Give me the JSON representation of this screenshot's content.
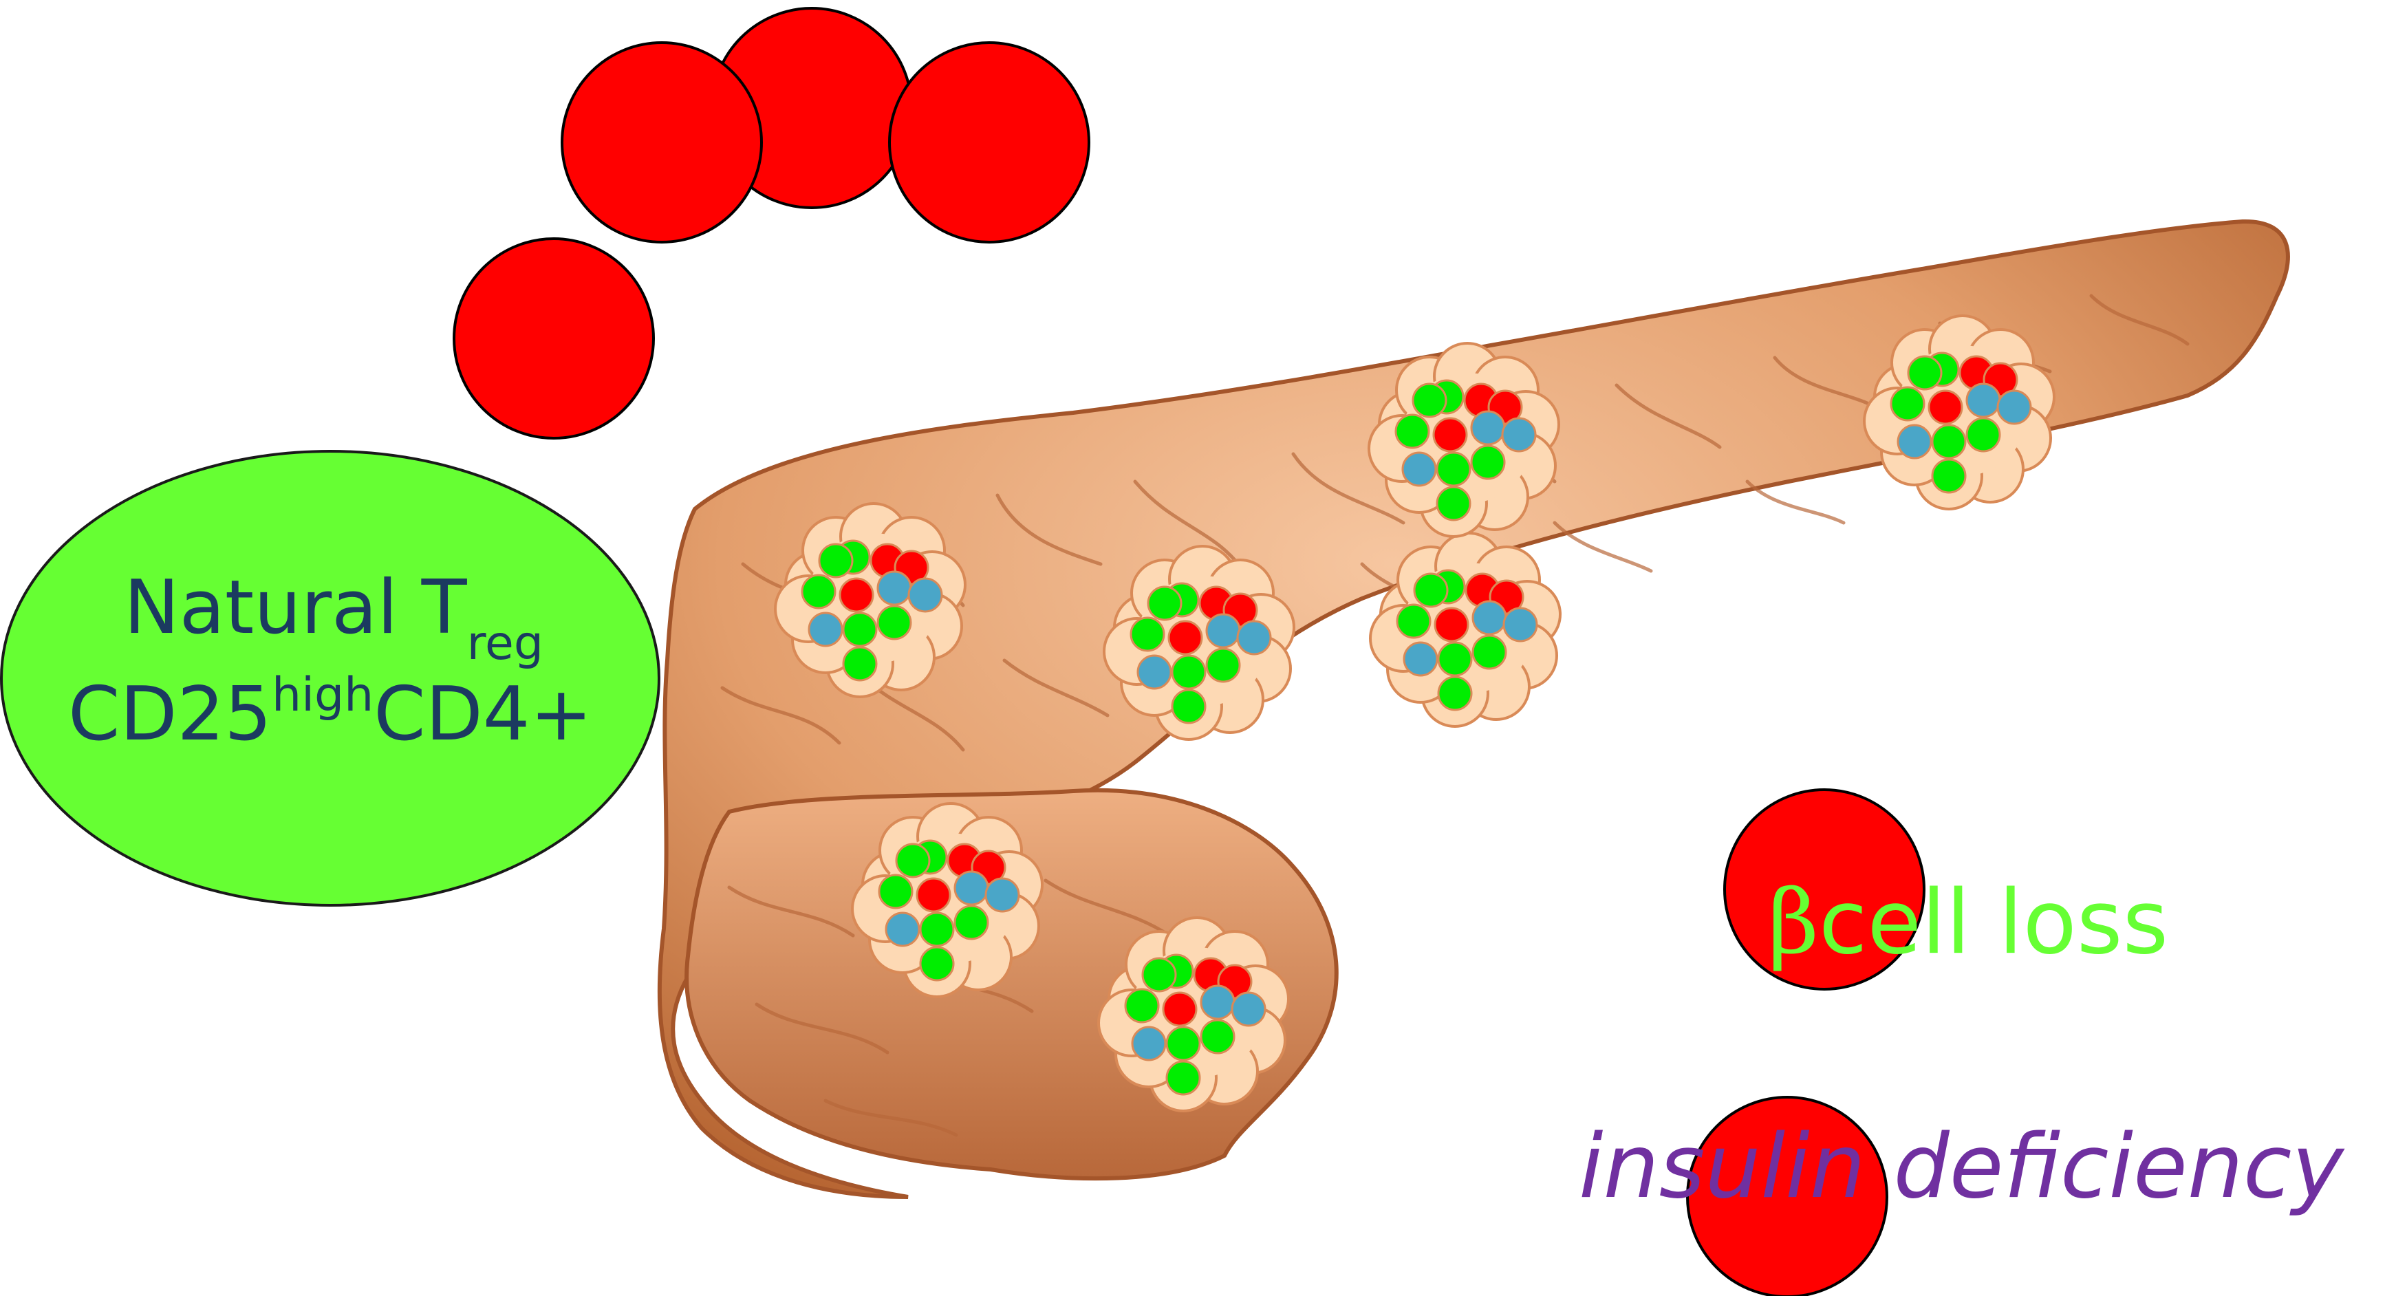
{
  "treg": {
    "name_main": "Natural T",
    "name_sub": "reg",
    "marker_main": "CD25",
    "marker_sup": "high",
    "marker_tail": "CD4+",
    "fill": "#66ff33",
    "text_color": "#1b3a60"
  },
  "outcomes": {
    "beta_symbol": "β",
    "beta_rest": "cell loss",
    "beta_color": "#66ff33",
    "insulin": "insulin deficiency",
    "insulin_color": "#7030a0"
  },
  "colors": {
    "red_cell": "#ff0000",
    "pancreas_light": "#eeb089",
    "pancreas_mid": "#d98a57",
    "pancreas_dark": "#a4552a",
    "islet_halo": "#fdd9b4",
    "cell_green": "#00ee00",
    "cell_blue": "#4aa6c8",
    "cell_red": "#ff0000"
  }
}
